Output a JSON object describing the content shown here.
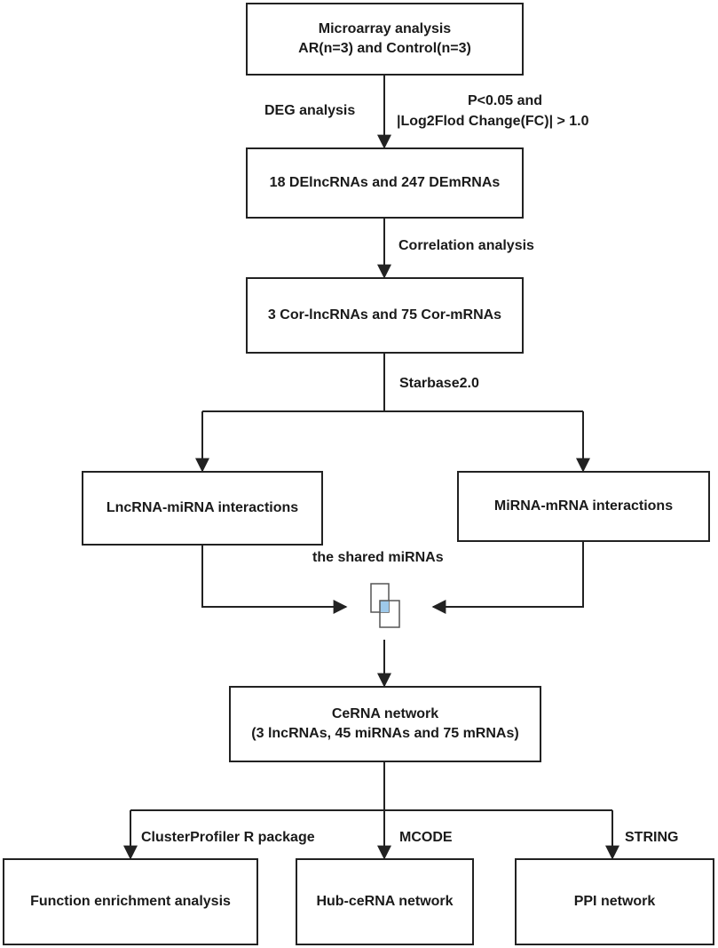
{
  "boxes": {
    "microarray": {
      "line1": "Microarray analysis",
      "line2": "AR(n=3) and Control(n=3)"
    },
    "degs": {
      "text": "18 DElncRNAs and 247 DEmRNAs"
    },
    "cor": {
      "text": "3 Cor-lncRNAs and 75 Cor-mRNAs"
    },
    "lnc_mirna": {
      "text": "LncRNA-miRNA interactions"
    },
    "mirna_mrna": {
      "text": "MiRNA-mRNA interactions"
    },
    "cerna": {
      "line1": "CeRNA network",
      "line2": "(3 lncRNAs, 45 miRNAs and 75 mRNAs)"
    },
    "function": {
      "text": "Function enrichment analysis"
    },
    "hub": {
      "text": "Hub-ceRNA network"
    },
    "ppi": {
      "text": "PPI network"
    }
  },
  "labels": {
    "deg_analysis": "DEG analysis",
    "criteria_line1": "P<0.05 and",
    "criteria_line2": "|Log2Flod Change(FC)| > 1.0",
    "correlation": "Correlation analysis",
    "starbase": "Starbase2.0",
    "shared_mirnas": "the shared miRNAs",
    "clusterprofiler": "ClusterProfiler R package",
    "mcode": "MCODE",
    "string": "STRING"
  },
  "icons": {
    "intersection": "overlap-icon"
  }
}
